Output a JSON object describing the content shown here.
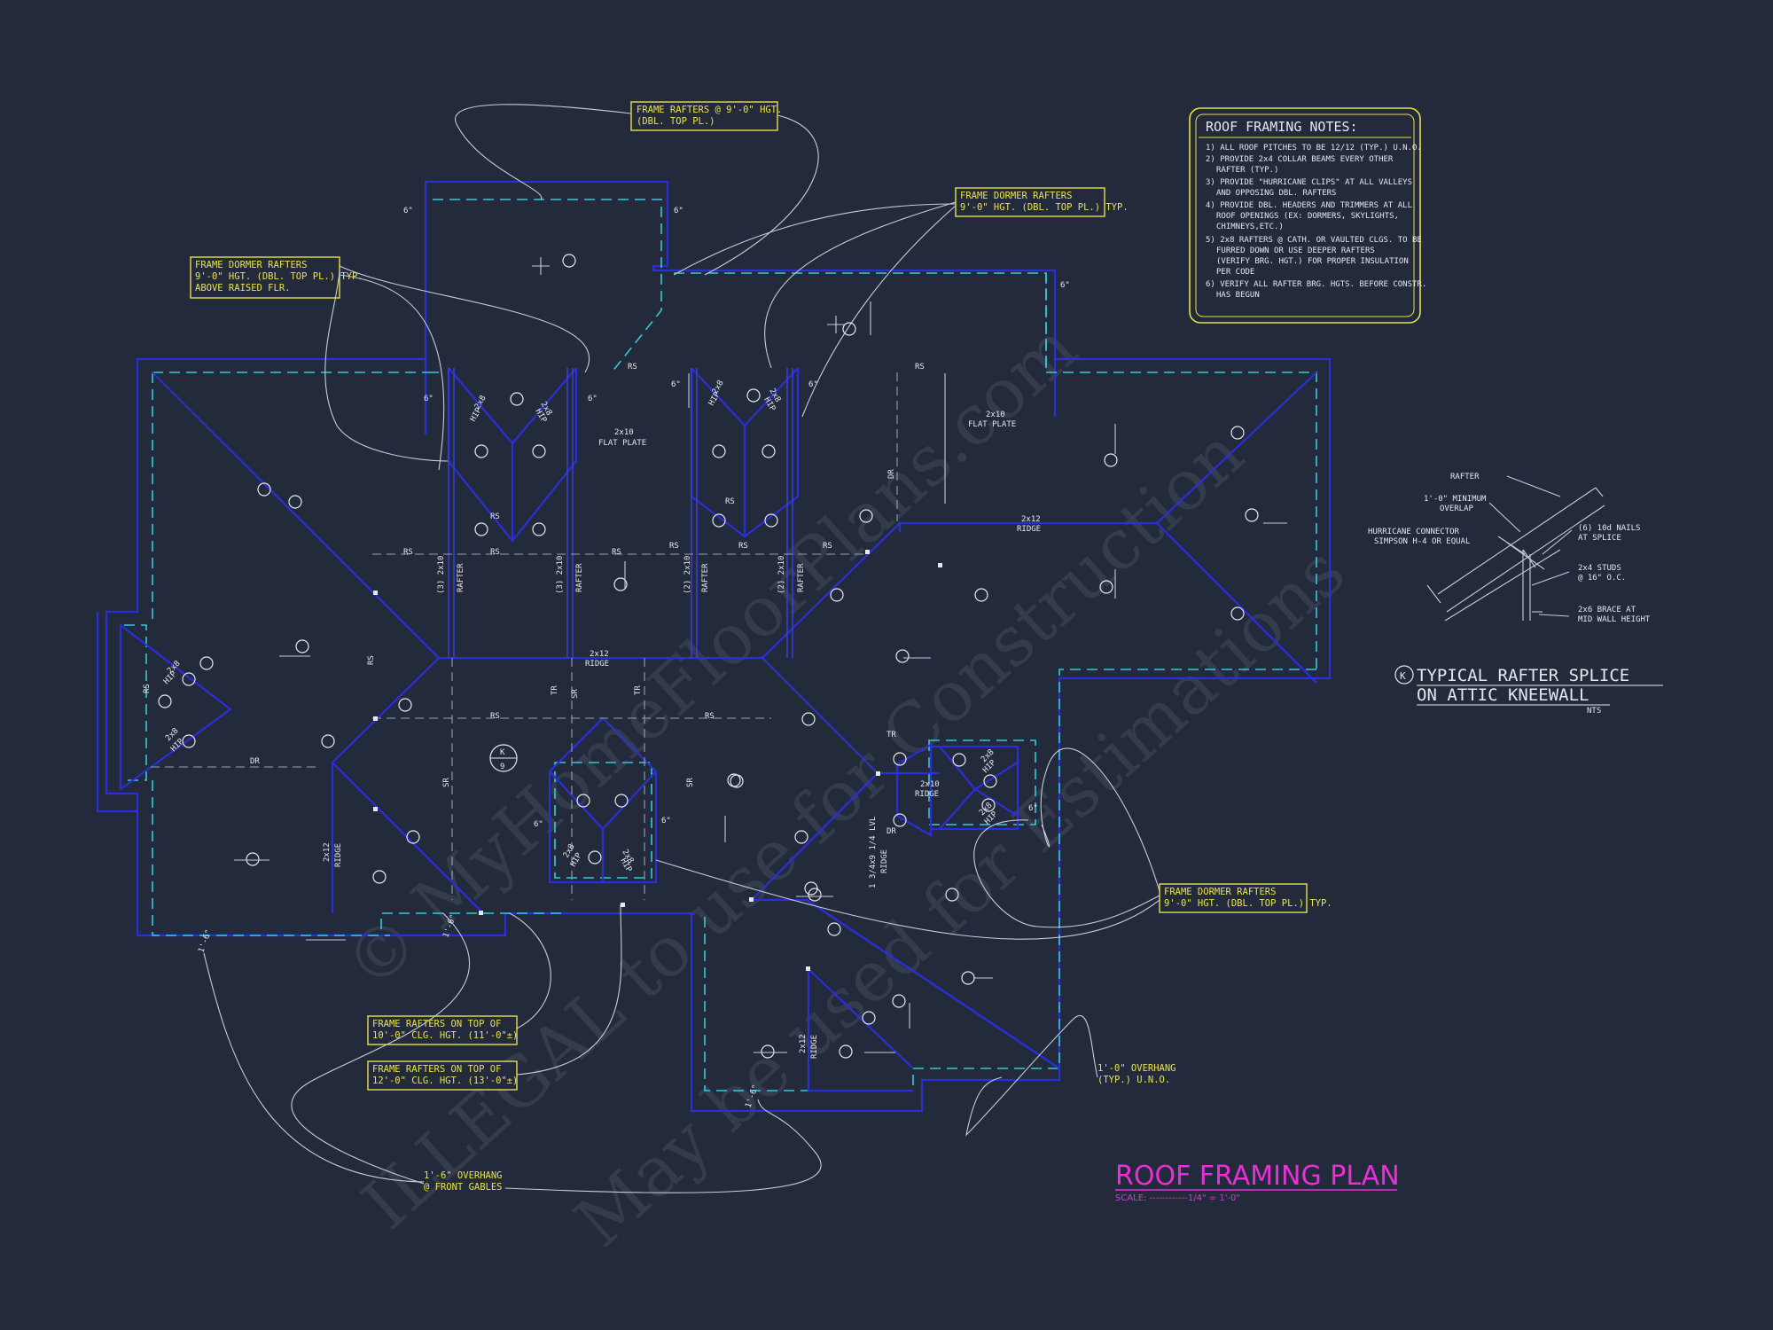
{
  "plan_title": "ROOF FRAMING PLAN",
  "plan_scale": "SCALE: ------------1/4\" = 1'-0\"",
  "notes": {
    "title": "ROOF FRAMING NOTES:",
    "items": [
      [
        "1) ALL ROOF PITCHES TO BE 12/12 (TYP.) U.N.O."
      ],
      [
        "2) PROVIDE 2x4 COLLAR BEAMS EVERY OTHER",
        "RAFTER (TYP.)"
      ],
      [
        "3) PROVIDE \"HURRICANE CLIPS\" AT ALL VALLEYS",
        "AND OPPOSING DBL. RAFTERS"
      ],
      [
        "4) PROVIDE DBL. HEADERS AND TRIMMERS AT ALL",
        "ROOF OPENINGS (EX: DORMERS, SKYLIGHTS,",
        "CHIMNEYS,ETC.)"
      ],
      [
        "5) 2x8 RAFTERS @ CATH. OR VAULTED CLGS. TO BE",
        "FURRED DOWN OR USE DEEPER RAFTERS",
        "(VERIFY BRG. HGT.) FOR PROPER INSULATION",
        "PER CODE"
      ],
      [
        "6) VERIFY ALL RAFTER BRG. HGTS. BEFORE CONSTR.",
        "HAS BEGUN"
      ]
    ]
  },
  "callouts": {
    "c1": [
      "FRAME RAFTERS @ 9'-0\" HGT.",
      "(DBL. TOP PL.)"
    ],
    "c2": [
      "FRAME DORMER RAFTERS",
      "9'-0\" HGT. (DBL. TOP PL.) TYP.",
      "ABOVE RAISED FLR."
    ],
    "c3": [
      "FRAME DORMER RAFTERS",
      "9'-0\" HGT. (DBL. TOP PL.) TYP."
    ],
    "c4": [
      "FRAME DORMER RAFTERS",
      "9'-0\" HGT. (DBL. TOP PL.) TYP."
    ],
    "c5": [
      "FRAME RAFTERS ON TOP OF",
      "10'-0\" CLG. HGT. (11'-0\"±)"
    ],
    "c6": [
      "FRAME RAFTERS ON TOP OF",
      "12'-0\" CLG. HGT. (13'-0\"±)"
    ]
  },
  "overhangs": {
    "o1": [
      "1'-0\" OVERHANG",
      "(TYP.) U.N.O."
    ],
    "o2": [
      "1'-6\" OVERHANG",
      "@ FRONT GABLES"
    ]
  },
  "detail": {
    "title1": "TYPICAL RAFTER SPLICE",
    "title2": "ON ATTIC KNEEWALL",
    "marker": "K",
    "nts": "NTS",
    "rafter": "RAFTER",
    "overlap1": "1'-0\" MINIMUM",
    "overlap2": "OVERLAP",
    "hurricane1": "HURRICANE CONNECTOR",
    "hurricane2": "SIMPSON H-4 OR EQUAL",
    "nails1": "(6) 10d NAILS",
    "nails2": "AT SPLICE",
    "studs1": "2x4 STUDS",
    "studs2": "@ 16\" O.C.",
    "brace1": "2x6 BRACE AT",
    "brace2": "MID WALL HEIGHT"
  },
  "labels": {
    "rs": "RS",
    "tr": "TR",
    "dr": "DR",
    "sr": "SR",
    "hip": "HIP",
    "ridge": "RIDGE",
    "flat_plate": "FLAT PLATE",
    "rafter": "RAFTER",
    "lvl": "1 3/4x9 1/4 LVL",
    "s2x8": "2x8",
    "s2x10": "2x10",
    "s2x12": "2x12",
    "r3_2x10": "(3) 2x10",
    "r2_2x10": "(2) 2x10",
    "six": "6\"",
    "one_six": "1'-6\"",
    "k_tag": "K",
    "k_sheet": "9"
  },
  "watermark": {
    "line1": "© MyHomeFloorPlans.com",
    "line2": "ILLEGAL to use for Construction",
    "line3": "May be used for Estimations"
  },
  "colors": {
    "background": "#222a3b",
    "wall": "#2a2fd8",
    "overhang_line": "#36c8d8",
    "annotation": "#eae34c",
    "title": "#ea2fd6"
  }
}
